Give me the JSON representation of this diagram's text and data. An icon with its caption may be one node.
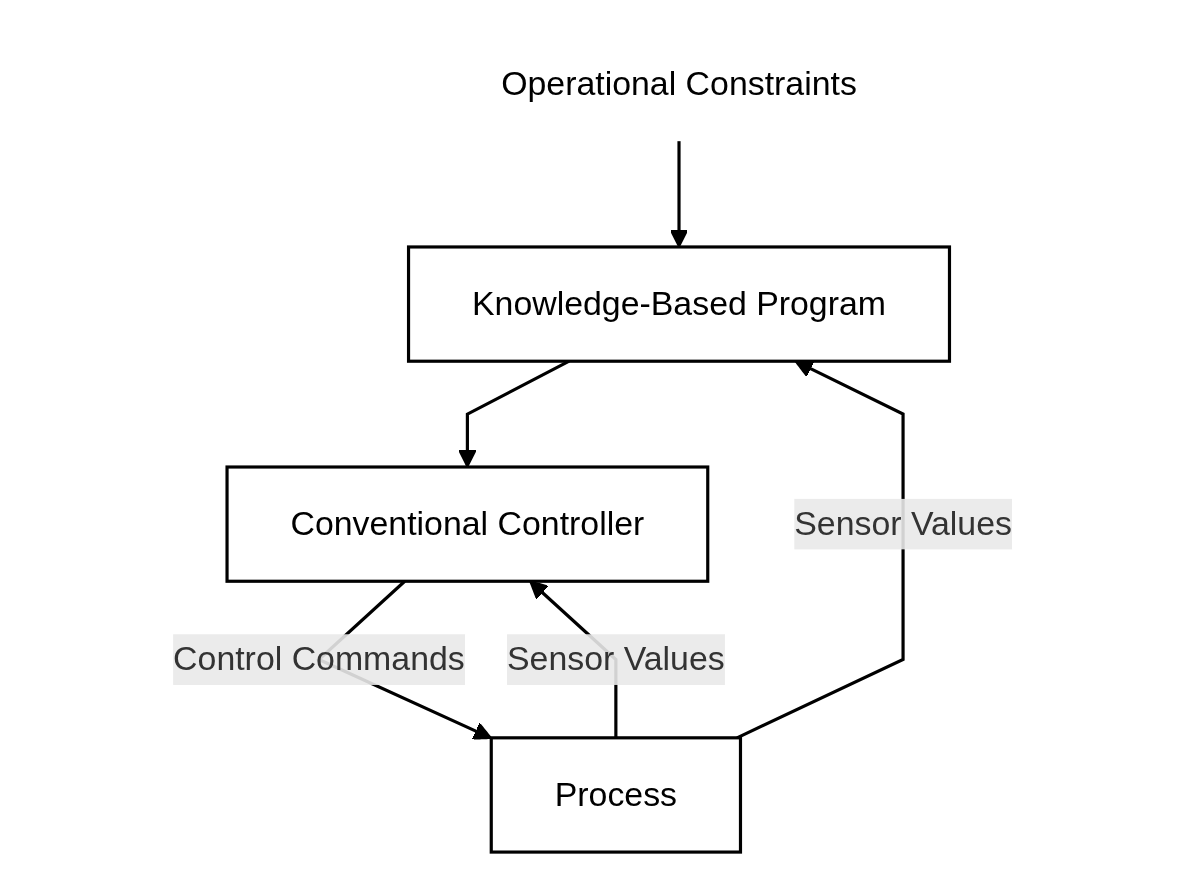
{
  "diagram": {
    "nodes": [
      {
        "text": [
          "Operational Constraints"
        ]
      },
      {
        "text": [
          "Knowledge-Based Program"
        ]
      },
      {
        "text": [
          "Conventional Controller"
        ]
      },
      {
        "text": [
          "Process"
        ]
      }
    ],
    "edges": [
      {
        "from": 0,
        "to": 1,
        "arrow": "to"
      },
      {
        "from": 1,
        "to": 2,
        "arrow": "to"
      },
      {
        "from": 2,
        "to": 3,
        "label": "Control Commands",
        "arrow": "to"
      },
      {
        "from": 3,
        "to": 1,
        "label": "Sensor Values",
        "arrow": "to"
      },
      {
        "from": 3,
        "to": 2,
        "label": "Sensor Values",
        "arrow": "to"
      }
    ]
  }
}
